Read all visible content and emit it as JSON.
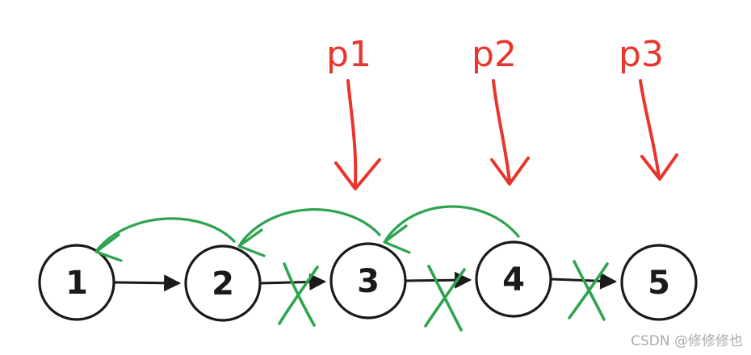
{
  "diagram": {
    "description": "Singly linked list reversal illustration with three traversal pointers",
    "nodes": [
      {
        "label": "1"
      },
      {
        "label": "2"
      },
      {
        "label": "3"
      },
      {
        "label": "4"
      },
      {
        "label": "5"
      }
    ],
    "pointers": [
      {
        "label": "p1",
        "points_to_node": "3"
      },
      {
        "label": "p2",
        "points_to_node": "4"
      },
      {
        "label": "p3",
        "points_to_node": "5"
      }
    ],
    "forward_edges": [
      {
        "from": "1",
        "to": "2",
        "crossed_out": false
      },
      {
        "from": "2",
        "to": "3",
        "crossed_out": true
      },
      {
        "from": "3",
        "to": "4",
        "crossed_out": true
      },
      {
        "from": "4",
        "to": "5",
        "crossed_out": true
      }
    ],
    "reversal_edges": [
      {
        "from": "2",
        "to": "1"
      },
      {
        "from": "3",
        "to": "2"
      },
      {
        "from": "4",
        "to": "3"
      }
    ],
    "colors": {
      "node_stroke": "#1a1a1a",
      "forward_arrow": "#1a1a1a",
      "pointer_red": "#e8362d",
      "reversal_green": "#2ea44f",
      "watermark_gray": "#a9a9a9",
      "background": "#ffffff"
    }
  },
  "watermark": {
    "text": "CSDN @修修修也"
  }
}
